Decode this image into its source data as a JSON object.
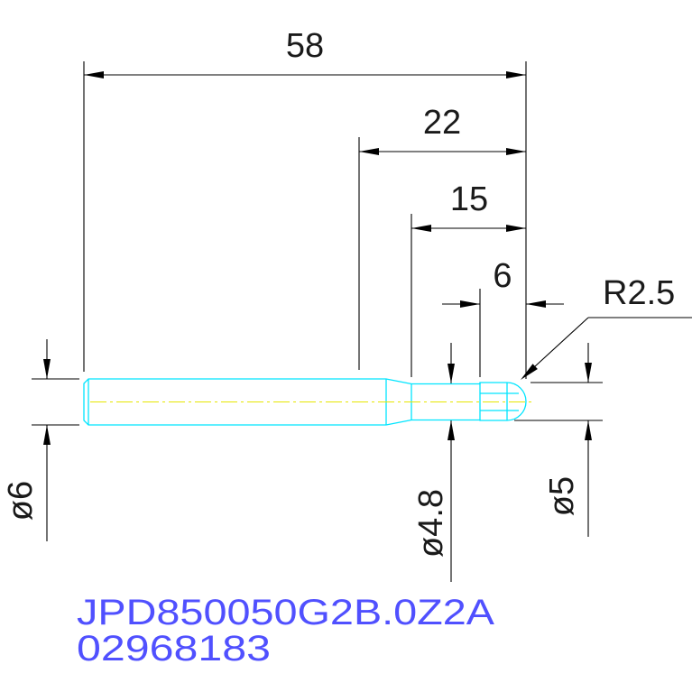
{
  "dimensions": {
    "overall_length": "58",
    "flute_length": "22",
    "neck_length": "15",
    "cutting_length": "6",
    "ball_radius": "R2.5",
    "shank_diameter": "ø6",
    "neck_diameter": "ø4.8",
    "cutting_diameter": "ø5"
  },
  "part": {
    "code": "JPD850050G2B.0Z2A",
    "number": "02968183"
  },
  "colors": {
    "dimension": "#000000",
    "tool_outline": "#00e5ff",
    "centerline": "#e6e600",
    "part_text": "#5050ff"
  }
}
